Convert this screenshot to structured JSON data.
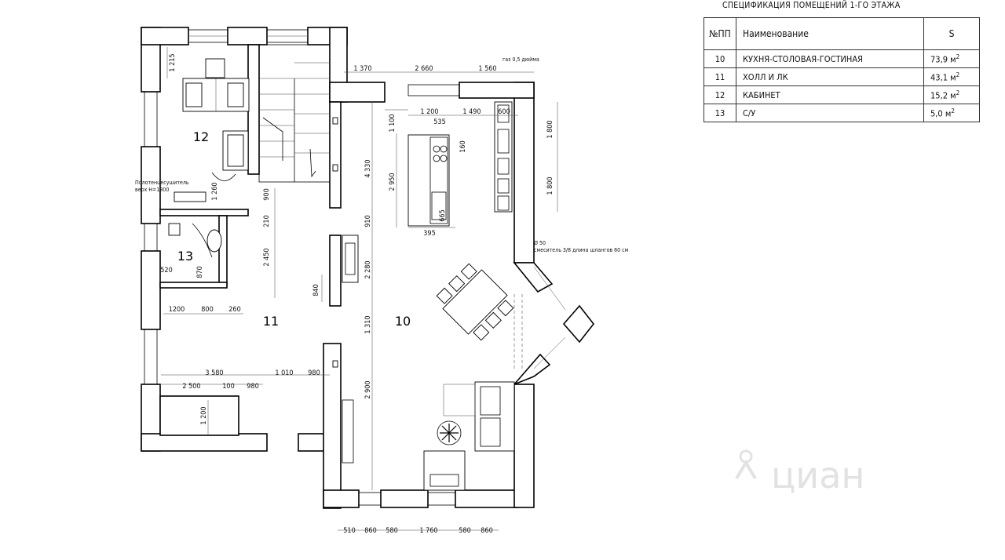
{
  "spec": {
    "title": "СПЕЦИФИКАЦИЯ ПОМЕЩЕНИЙ 1-ГО ЭТАЖА",
    "headers": {
      "num": "№ПП",
      "name": "Наименование",
      "area": "S"
    },
    "rows": [
      {
        "num": "10",
        "name": "КУХНЯ-СТОЛОВАЯ-ГОСТИНАЯ",
        "area": "73,9 м",
        "unit_sup": "2"
      },
      {
        "num": "11",
        "name": "ХОЛЛ И ЛК",
        "area": "43,1 м",
        "unit_sup": "2"
      },
      {
        "num": "12",
        "name": "КАБИНЕТ",
        "area": "15,2 м",
        "unit_sup": "2"
      },
      {
        "num": "13",
        "name": "С/У",
        "area": "5,0 м",
        "unit_sup": "2"
      }
    ]
  },
  "plan": {
    "rooms": {
      "r10": "10",
      "r11": "11",
      "r12": "12",
      "r13": "13"
    },
    "notes": {
      "gas": "газ 0,5 дюйма",
      "towel1": "Полотенцесушитель",
      "towel2": "верх Н=1800",
      "pipe": "Ø 50",
      "mixer": "смеситель 3/8 длина шлангов 60 см"
    },
    "dims": {
      "d1215": "1 215",
      "d1370": "1 370",
      "d2660": "2 660",
      "d1560": "1 560",
      "d1200a": "1 200",
      "d1490": "1 490",
      "d535": "535",
      "d600": "600",
      "d1100": "1 100",
      "d160": "160",
      "d1800a": "1 800",
      "d1800b": "1 800",
      "d4330": "4 330",
      "d2950": "2 950",
      "d665": "665",
      "d395": "395",
      "d1260": "1 260",
      "d900": "900",
      "d210": "210",
      "d910": "910",
      "d2450": "2 450",
      "d2280": "2 280",
      "d840": "840",
      "d520": "520",
      "d870": "870",
      "d1200b": "1200",
      "d800": "800",
      "d260": "260",
      "d1310": "1 310",
      "d3580": "3 580",
      "d1010": "1 010",
      "d980a": "980",
      "d2500": "2 500",
      "d100": "100",
      "d980b": "980",
      "d1200c": "1 200",
      "d2900": "2 900",
      "b510": "510",
      "b860a": "860",
      "b580a": "580",
      "b1760": "1 760",
      "b580b": "580",
      "b860b": "860"
    },
    "watermark": "циан"
  }
}
